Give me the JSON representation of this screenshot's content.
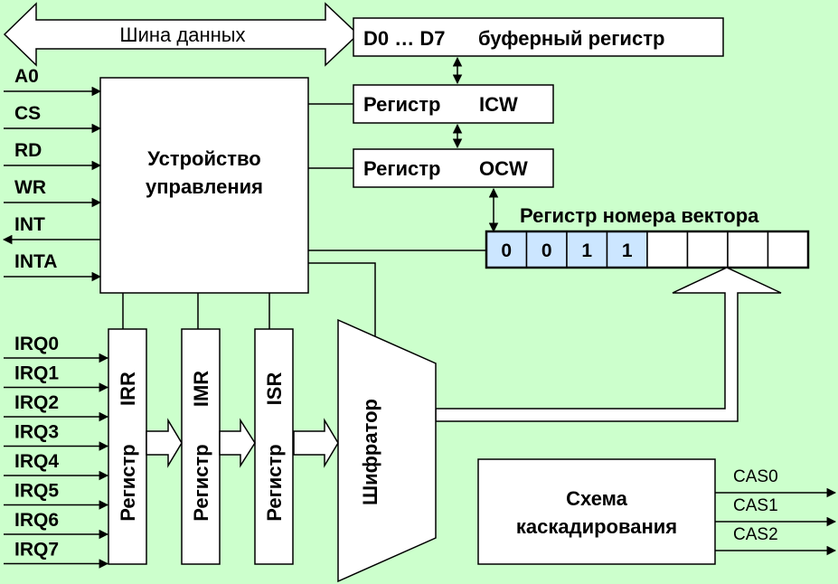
{
  "bus_label": "Шина данных",
  "buffer": {
    "pins": "D0 … D7",
    "label": "буферный регистр"
  },
  "icw": {
    "word": "Регистр",
    "name": "ICW"
  },
  "ocw": {
    "word": "Регистр",
    "name": "OCW"
  },
  "control_unit": {
    "line1": "Устройство",
    "line2": "управления"
  },
  "control_pins": [
    "A0",
    "CS",
    "RD",
    "WR",
    "INT",
    "INTA"
  ],
  "vector_register": {
    "title": "Регистр номера вектора",
    "bits": [
      "0",
      "0",
      "1",
      "1",
      "",
      "",
      "",
      ""
    ],
    "fixed_bit_color": "#cce6ff"
  },
  "irq_lines": [
    "IRQ0",
    "IRQ1",
    "IRQ2",
    "IRQ3",
    "IRQ4",
    "IRQ5",
    "IRQ6",
    "IRQ7"
  ],
  "registers": [
    {
      "word": "Регистр",
      "name": "IRR"
    },
    {
      "word": "Регистр",
      "name": "IMR"
    },
    {
      "word": "Регистр",
      "name": "ISR"
    }
  ],
  "encoder": "Шифратор",
  "cascade": {
    "line1": "Схема",
    "line2": "каскадирования",
    "outputs": [
      "CAS0",
      "CAS1",
      "CAS2"
    ]
  },
  "colors": {
    "background": "#ccffcc",
    "block_fill": "#ffffff",
    "line": "#000000"
  }
}
